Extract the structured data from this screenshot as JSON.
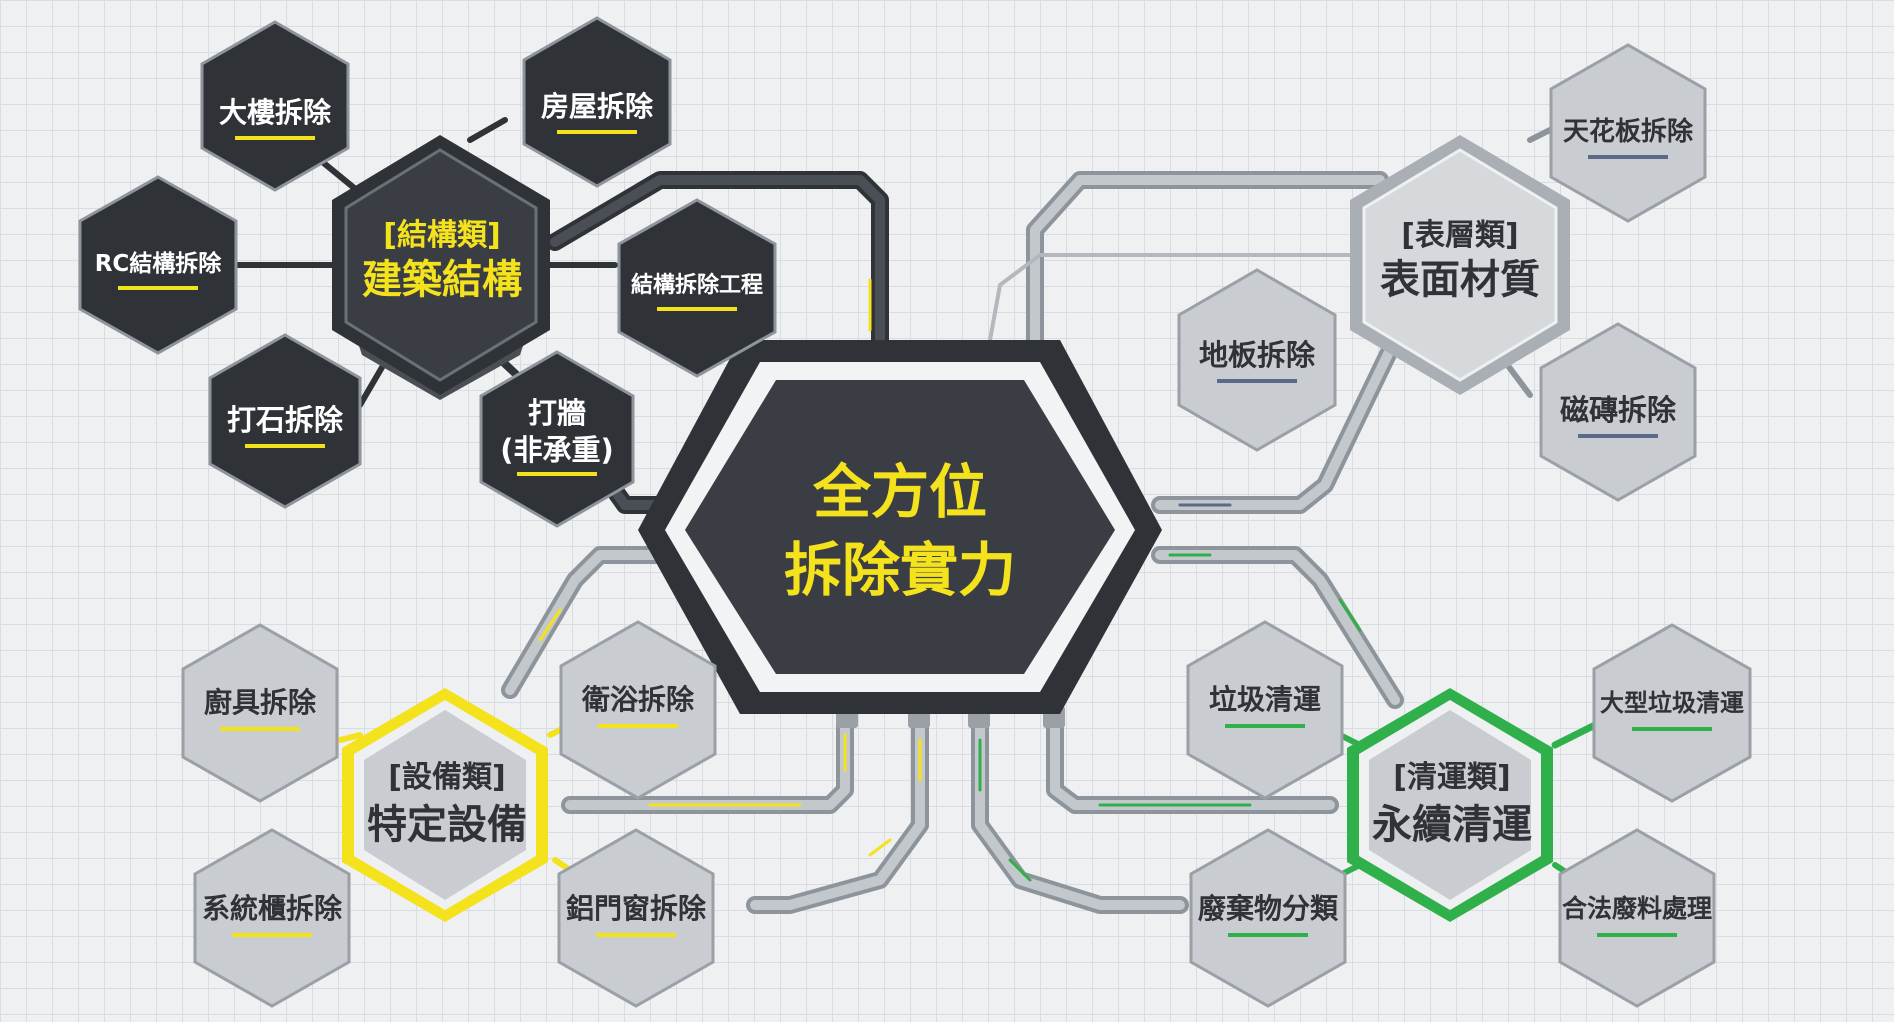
{
  "center": {
    "line1": "全方位",
    "line2": "拆除實力"
  },
  "categories": {
    "structure": {
      "tag": "[結構類]",
      "title": "建築結構"
    },
    "surface": {
      "tag": "[表層類]",
      "title": "表面材質"
    },
    "equipment": {
      "tag": "[設備類]",
      "title": "特定設備"
    },
    "cleanup": {
      "tag": "[清運類]",
      "title": "永續清運"
    }
  },
  "services": {
    "building": "大樓拆除",
    "house": "房屋拆除",
    "rc": "RC結構拆除",
    "structural_works": "結構拆除工程",
    "stone": "打石拆除",
    "wall_line1": "打牆",
    "wall_line2": "(非承重)",
    "ceiling": "天花板拆除",
    "floor": "地板拆除",
    "tile": "磁磚拆除",
    "kitchen": "廚具拆除",
    "bath": "衛浴拆除",
    "cabinet": "系統櫃拆除",
    "window": "鋁門窗拆除",
    "garbage": "垃圾清運",
    "large_garbage": "大型垃圾清運",
    "sorting": "廢棄物分類",
    "legal": "合法廢料處理"
  },
  "colors": {
    "dark_fill": "#3a3e44",
    "light_fill": "#c9ccd0",
    "yellow": "#f4e21d",
    "green": "#2fb04a",
    "blue_underline": "#5b6a86",
    "pipe_dark": "#2f3338",
    "pipe_light": "#a9afb5"
  }
}
